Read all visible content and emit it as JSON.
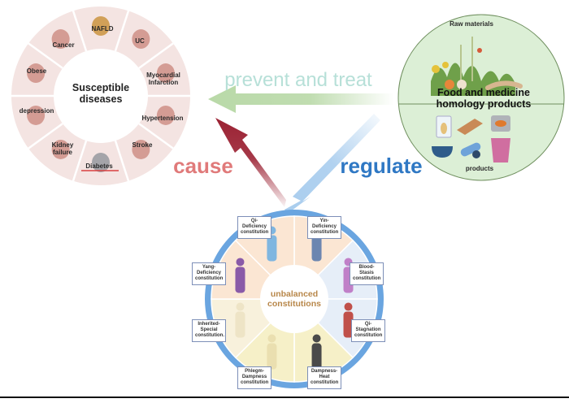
{
  "diseases": {
    "center_title_line1": "Susceptible",
    "center_title_line2": "diseases",
    "items": [
      {
        "label": "NAFLD",
        "icon": "liver-icon"
      },
      {
        "label": "UC",
        "icon": "intestine-icon"
      },
      {
        "label": "Myocardial Infarction",
        "icon": "heart-icon"
      },
      {
        "label": "Hypertension",
        "icon": "blood-pressure-arm-icon"
      },
      {
        "label": "Stroke",
        "icon": "brain-icon"
      },
      {
        "label": "Diabetes",
        "icon": "glucose-meter-icon"
      },
      {
        "label": "Kidney failure",
        "icon": "kidney-icon"
      },
      {
        "label": "depression",
        "icon": "sitting-person-icon"
      },
      {
        "label": "Obese",
        "icon": "obese-person-icon"
      },
      {
        "label": "Cancer",
        "icon": "tumor-icon"
      }
    ]
  },
  "food": {
    "center_line1": "Food and medicine",
    "center_line2": "homology products",
    "top_label": "Raw materials",
    "bottom_label": "products"
  },
  "arrows": {
    "prevent_treat": "prevent and treat",
    "cause": "cause",
    "regulate": "regulate"
  },
  "constitutions": {
    "center_line1": "unbalanced",
    "center_line2": "constitutions",
    "items": [
      {
        "label": "Qi-Deficiency constitution",
        "lines": [
          "Qi-",
          "Deficiency",
          "constitution"
        ]
      },
      {
        "label": "Yin-Deficiency constitution",
        "lines": [
          "Yin-",
          "Deficiency",
          "constitution"
        ]
      },
      {
        "label": "Blood-Stasis constitution",
        "lines": [
          "Blood-",
          "Stasis",
          "constitution"
        ]
      },
      {
        "label": "Qi-Stagnation constitution",
        "lines": [
          "Qi-",
          "Stagnation",
          "constitution"
        ]
      },
      {
        "label": "Dampness-Heat constitution",
        "lines": [
          "Dampness-",
          "Heat",
          "constitution"
        ]
      },
      {
        "label": "Phlegm-Dampness constitution",
        "lines": [
          "Phlegm-",
          "Dampness",
          "constitution"
        ]
      },
      {
        "label": "Inherited-Special constitution.",
        "lines": [
          "Inherited-",
          "Special",
          "constitution."
        ]
      },
      {
        "label": "Yang-Deficiency constitution",
        "lines": [
          "Yang-",
          "Deficiency",
          "constitution"
        ]
      }
    ]
  },
  "colors": {
    "disease_ring": "#f4e4e2",
    "disease_icon": "#c9847a",
    "food_circle": "#dcefd6",
    "food_border": "#6f8f5e",
    "prevent_text": "#b7e0d8",
    "prevent_arrow": "#b9d9a8",
    "cause_text": "#e07a7a",
    "cause_arrow": "#9b2233",
    "regulate_text": "#2f78c4",
    "regulate_arrow": "#a9cdee",
    "constitution_ring": "#6aa5e0",
    "constitution_text": "#b8874a"
  }
}
